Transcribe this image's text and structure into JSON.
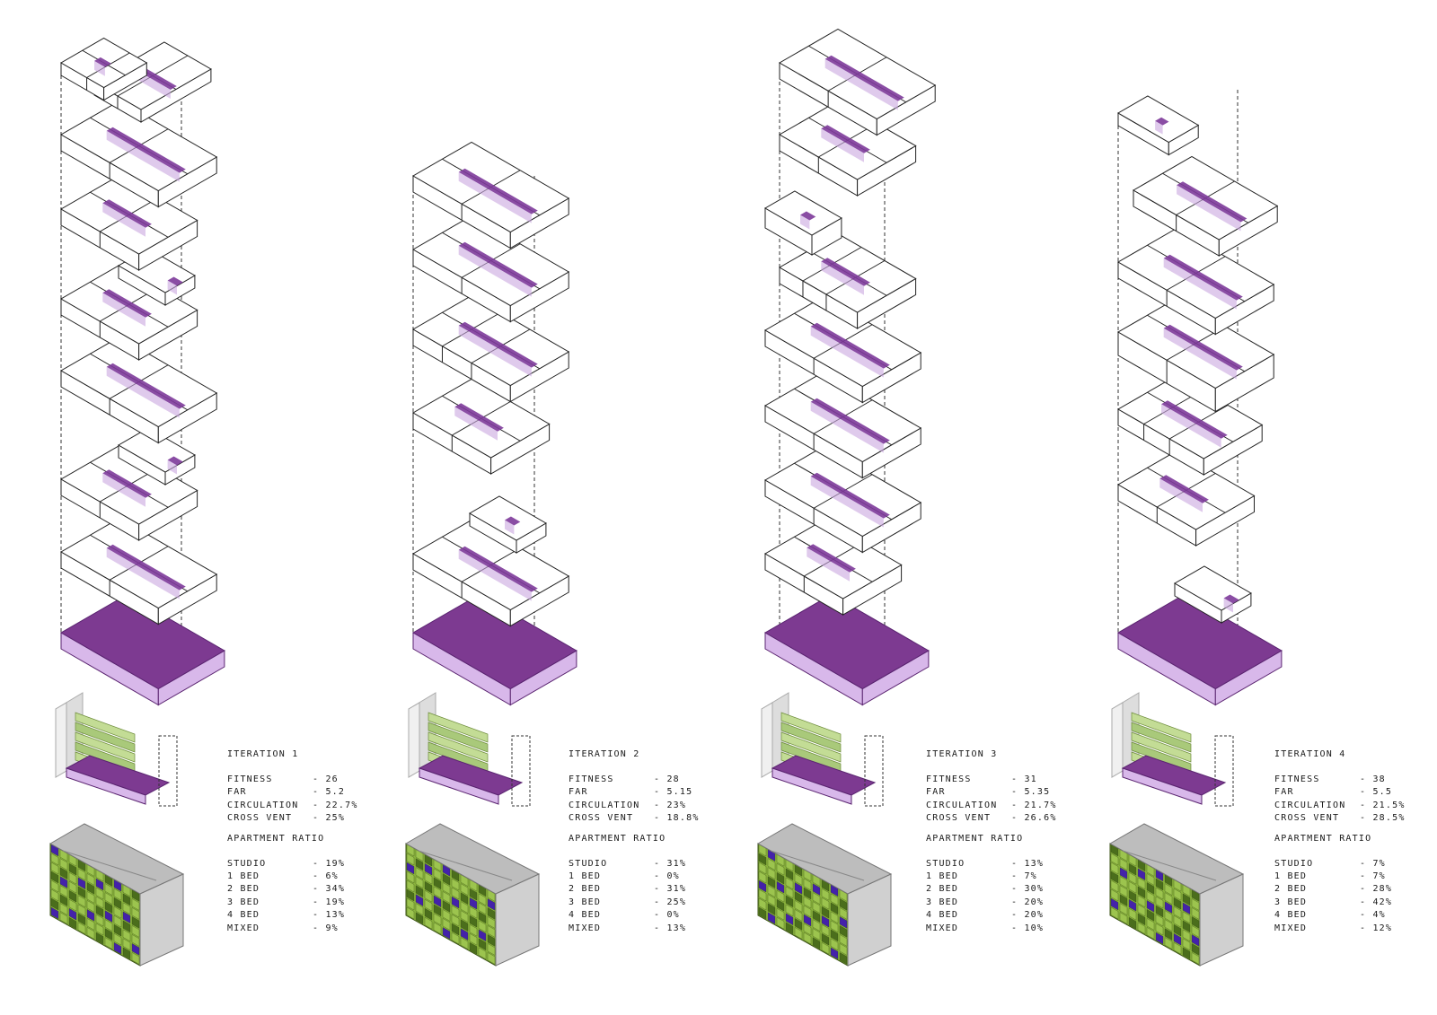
{
  "colors": {
    "circulation": "#7d3a9a",
    "circulation_light": "#c9a6df",
    "podium_top": "#7d3a91",
    "podium_side": "#d8b8ea",
    "outline": "#222222",
    "facade_green": "#8ab43c",
    "facade_dark": "#4b6e1c",
    "facade_blue": "#4422aa",
    "core_gray": "#bdbdbd"
  },
  "icons": [
    "isometric-floor-plate",
    "isometric-podium",
    "section-axonometric",
    "facade-panel-block"
  ],
  "iterations": [
    {
      "title": "ITERATION 1",
      "metrics": [
        {
          "label": "FITNESS",
          "value": "- 26"
        },
        {
          "label": "FAR",
          "value": "- 5.2"
        },
        {
          "label": "CIRCULATION",
          "value": "- 22.7%"
        },
        {
          "label": "CROSS VENT",
          "value": "- 25%"
        }
      ],
      "ratio_title": "APARTMENT RATIO",
      "ratio": [
        {
          "label": "STUDIO",
          "value": "- 19%"
        },
        {
          "label": "1 BED",
          "value": "- 6%"
        },
        {
          "label": "2 BED",
          "value": "- 34%"
        },
        {
          "label": "3 BED",
          "value": "- 19%"
        },
        {
          "label": "4 BED",
          "value": "- 13%"
        },
        {
          "label": "MIXED",
          "value": "- 9%"
        }
      ]
    },
    {
      "title": "ITERATION 2",
      "metrics": [
        {
          "label": "FITNESS",
          "value": "- 28"
        },
        {
          "label": "FAR",
          "value": "- 5.15"
        },
        {
          "label": "CIRCULATION",
          "value": "- 23%"
        },
        {
          "label": "CROSS VENT",
          "value": "- 18.8%"
        }
      ],
      "ratio_title": "APARTMENT RATIO",
      "ratio": [
        {
          "label": "STUDIO",
          "value": "- 31%"
        },
        {
          "label": "1 BED",
          "value": "- 0%"
        },
        {
          "label": "2 BED",
          "value": "- 31%"
        },
        {
          "label": "3 BED",
          "value": "- 25%"
        },
        {
          "label": "4 BED",
          "value": "- 0%"
        },
        {
          "label": "MIXED",
          "value": "- 13%"
        }
      ]
    },
    {
      "title": "ITERATION 3",
      "metrics": [
        {
          "label": "FITNESS",
          "value": "- 31"
        },
        {
          "label": "FAR",
          "value": "- 5.35"
        },
        {
          "label": "CIRCULATION",
          "value": "- 21.7%"
        },
        {
          "label": "CROSS VENT",
          "value": "- 26.6%"
        }
      ],
      "ratio_title": "APARTMENT RATIO",
      "ratio": [
        {
          "label": "STUDIO",
          "value": "- 13%"
        },
        {
          "label": "1 BED",
          "value": "- 7%"
        },
        {
          "label": "2 BED",
          "value": "- 30%"
        },
        {
          "label": "3 BED",
          "value": "- 20%"
        },
        {
          "label": "4 BED",
          "value": "- 20%"
        },
        {
          "label": "MIXED",
          "value": "- 10%"
        }
      ]
    },
    {
      "title": "ITERATION 4",
      "metrics": [
        {
          "label": "FITNESS",
          "value": "- 38"
        },
        {
          "label": "FAR",
          "value": "- 5.5"
        },
        {
          "label": "CIRCULATION",
          "value": "- 21.5%"
        },
        {
          "label": "CROSS VENT",
          "value": "- 28.5%"
        }
      ],
      "ratio_title": "APARTMENT RATIO",
      "ratio": [
        {
          "label": "STUDIO",
          "value": "- 7%"
        },
        {
          "label": "1 BED",
          "value": "- 7%"
        },
        {
          "label": "2 BED",
          "value": "- 28%"
        },
        {
          "label": "3 BED",
          "value": "- 42%"
        },
        {
          "label": "4 BED",
          "value": "- 4%"
        },
        {
          "label": "MIXED",
          "value": "- 12%"
        }
      ]
    }
  ]
}
